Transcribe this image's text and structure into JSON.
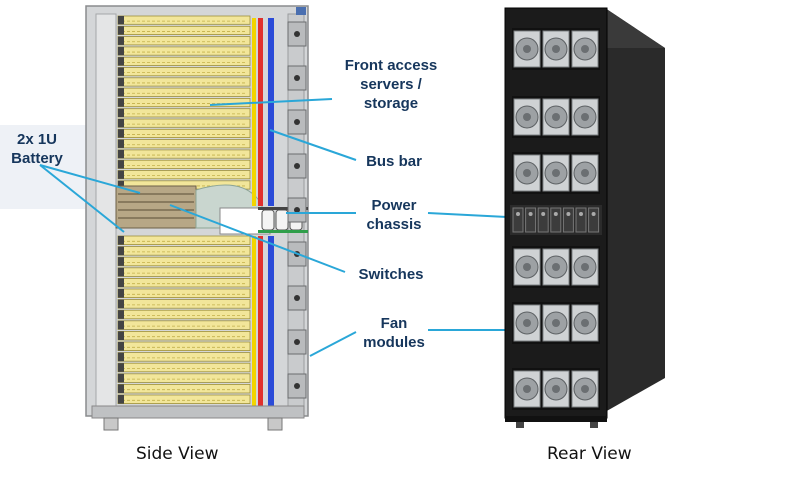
{
  "labels": {
    "front_access_line1": "Front access",
    "front_access_line2": "servers /",
    "front_access_line3": "storage",
    "battery_line1": "2x 1U",
    "battery_line2": "Battery",
    "bus_bar": "Bus bar",
    "power_line1": "Power",
    "power_line2": "chassis",
    "switches": "Switches",
    "fan_line1": "Fan",
    "fan_line2": "modules"
  },
  "captions": {
    "side_view": "Side View",
    "rear_view": "Rear View"
  },
  "colors": {
    "label_text": "#16365c",
    "leader_line": "#2aa7d8",
    "server_fill": "#f2e69a",
    "bus_bar_blue": "#2b4bd8",
    "bus_bar_red": "#e0302c",
    "rack_black": "#1b1b1b",
    "fan_grey": "#cfd2d4"
  }
}
